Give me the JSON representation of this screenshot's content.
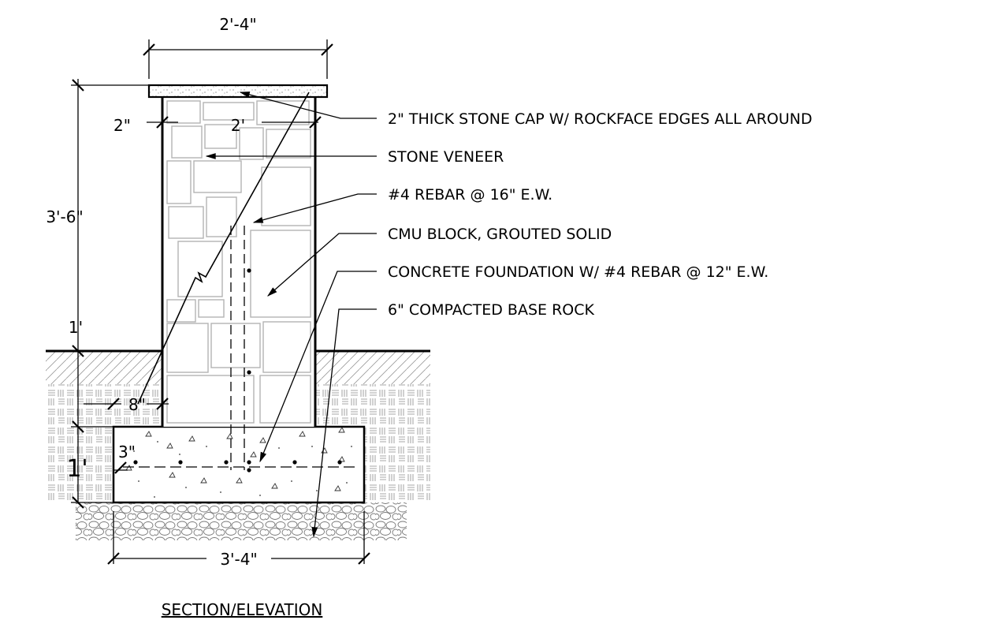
{
  "title": "SECTION/ELEVATION",
  "dimensions": {
    "cap_width": "2'-4\"",
    "wall_height": "3'-6\"",
    "veneer_thickness": "2\"",
    "cmu_width": "2'",
    "embed_depth": "1'",
    "footing_offset": "8\"",
    "footing_thickness": "1'",
    "rebar_cover": "3\"",
    "footing_width": "3'-4\""
  },
  "callouts": [
    "2\" THICK STONE CAP W/ ROCKFACE EDGES ALL AROUND",
    "STONE VENEER",
    "#4 REBAR @ 16\" E.W.",
    "CMU BLOCK, GROUTED SOLID",
    "CONCRETE FOUNDATION W/ #4 REBAR @ 12\" E.W.",
    "6\" COMPACTED BASE ROCK"
  ]
}
